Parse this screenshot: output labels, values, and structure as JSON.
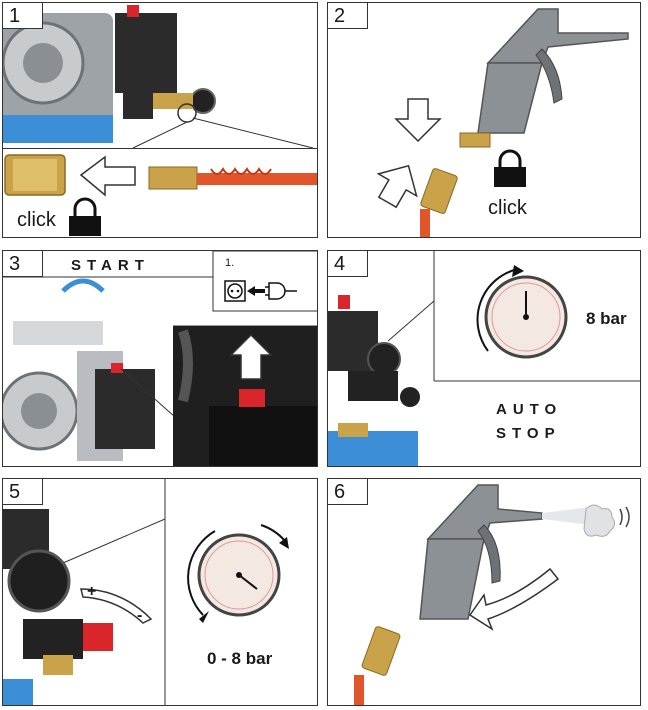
{
  "steps": [
    {
      "number": "1",
      "label": "click"
    },
    {
      "number": "2",
      "label": "click"
    },
    {
      "number": "3",
      "label": "START",
      "sub_number": "1."
    },
    {
      "number": "4",
      "label": "8 bar",
      "mode_line1": "AUTO",
      "mode_line2": "STOP"
    },
    {
      "number": "5",
      "label": "0 - 8 bar",
      "plus": "+",
      "minus": "-"
    },
    {
      "number": "6"
    }
  ],
  "colors": {
    "hose": "#e2552a",
    "brass": "#c9a24a",
    "tank_blue": "#3c8fd6",
    "red_switch": "#d8262a",
    "gun_grey": "#8c9196"
  },
  "icons": [
    "lock-icon",
    "arrow-icon",
    "power-socket-icon",
    "plug-icon",
    "pressure-gauge-icon",
    "rotate-arrow-icon",
    "air-blow-gun-icon"
  ]
}
